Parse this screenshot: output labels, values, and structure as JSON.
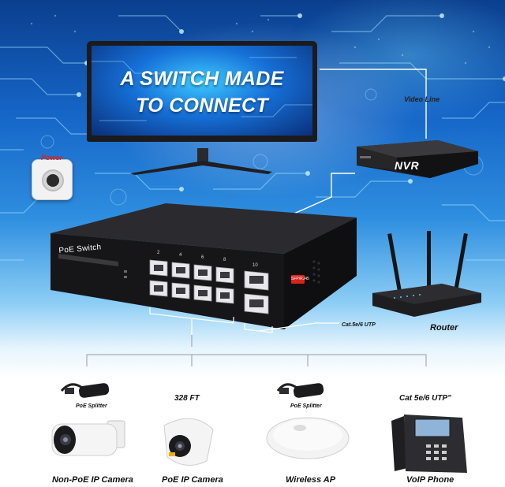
{
  "headline": {
    "line1": "A SWITCH MADE",
    "line2": "TO CONNECT"
  },
  "labels": {
    "power": "Power",
    "video_line": "Video Line",
    "nvr": "NVR",
    "router": "Router",
    "uplink_cable": "Cat.5e/6 UTP",
    "switch_name": "PoE Switch",
    "uplink_port_tag": "SFP/RJ45"
  },
  "devices": [
    {
      "name": "Non-PoE IP Camera",
      "top_label": "PoE Splitter"
    },
    {
      "name": "PoE IP Camera",
      "top_label": "328 FT"
    },
    {
      "name": "Wireless AP",
      "top_label": "PoE Splitter"
    },
    {
      "name": "VoIP Phone",
      "top_label": "Cat 5e/6 UTP\""
    }
  ],
  "port_numbers": [
    "2",
    "4",
    "6",
    "8",
    "10"
  ],
  "colors": {
    "bg_dark": "#0b3f8e",
    "bg_light": "#8ccdf5",
    "accent_red": "#e0201a",
    "device_black": "#1b1b1d"
  },
  "icons": [
    "monitor-icon",
    "power-plug-icon",
    "nvr-icon",
    "router-icon",
    "switch-icon",
    "poe-splitter-icon",
    "ip-camera-icon",
    "dome-camera-icon",
    "wireless-ap-icon",
    "voip-phone-icon"
  ]
}
